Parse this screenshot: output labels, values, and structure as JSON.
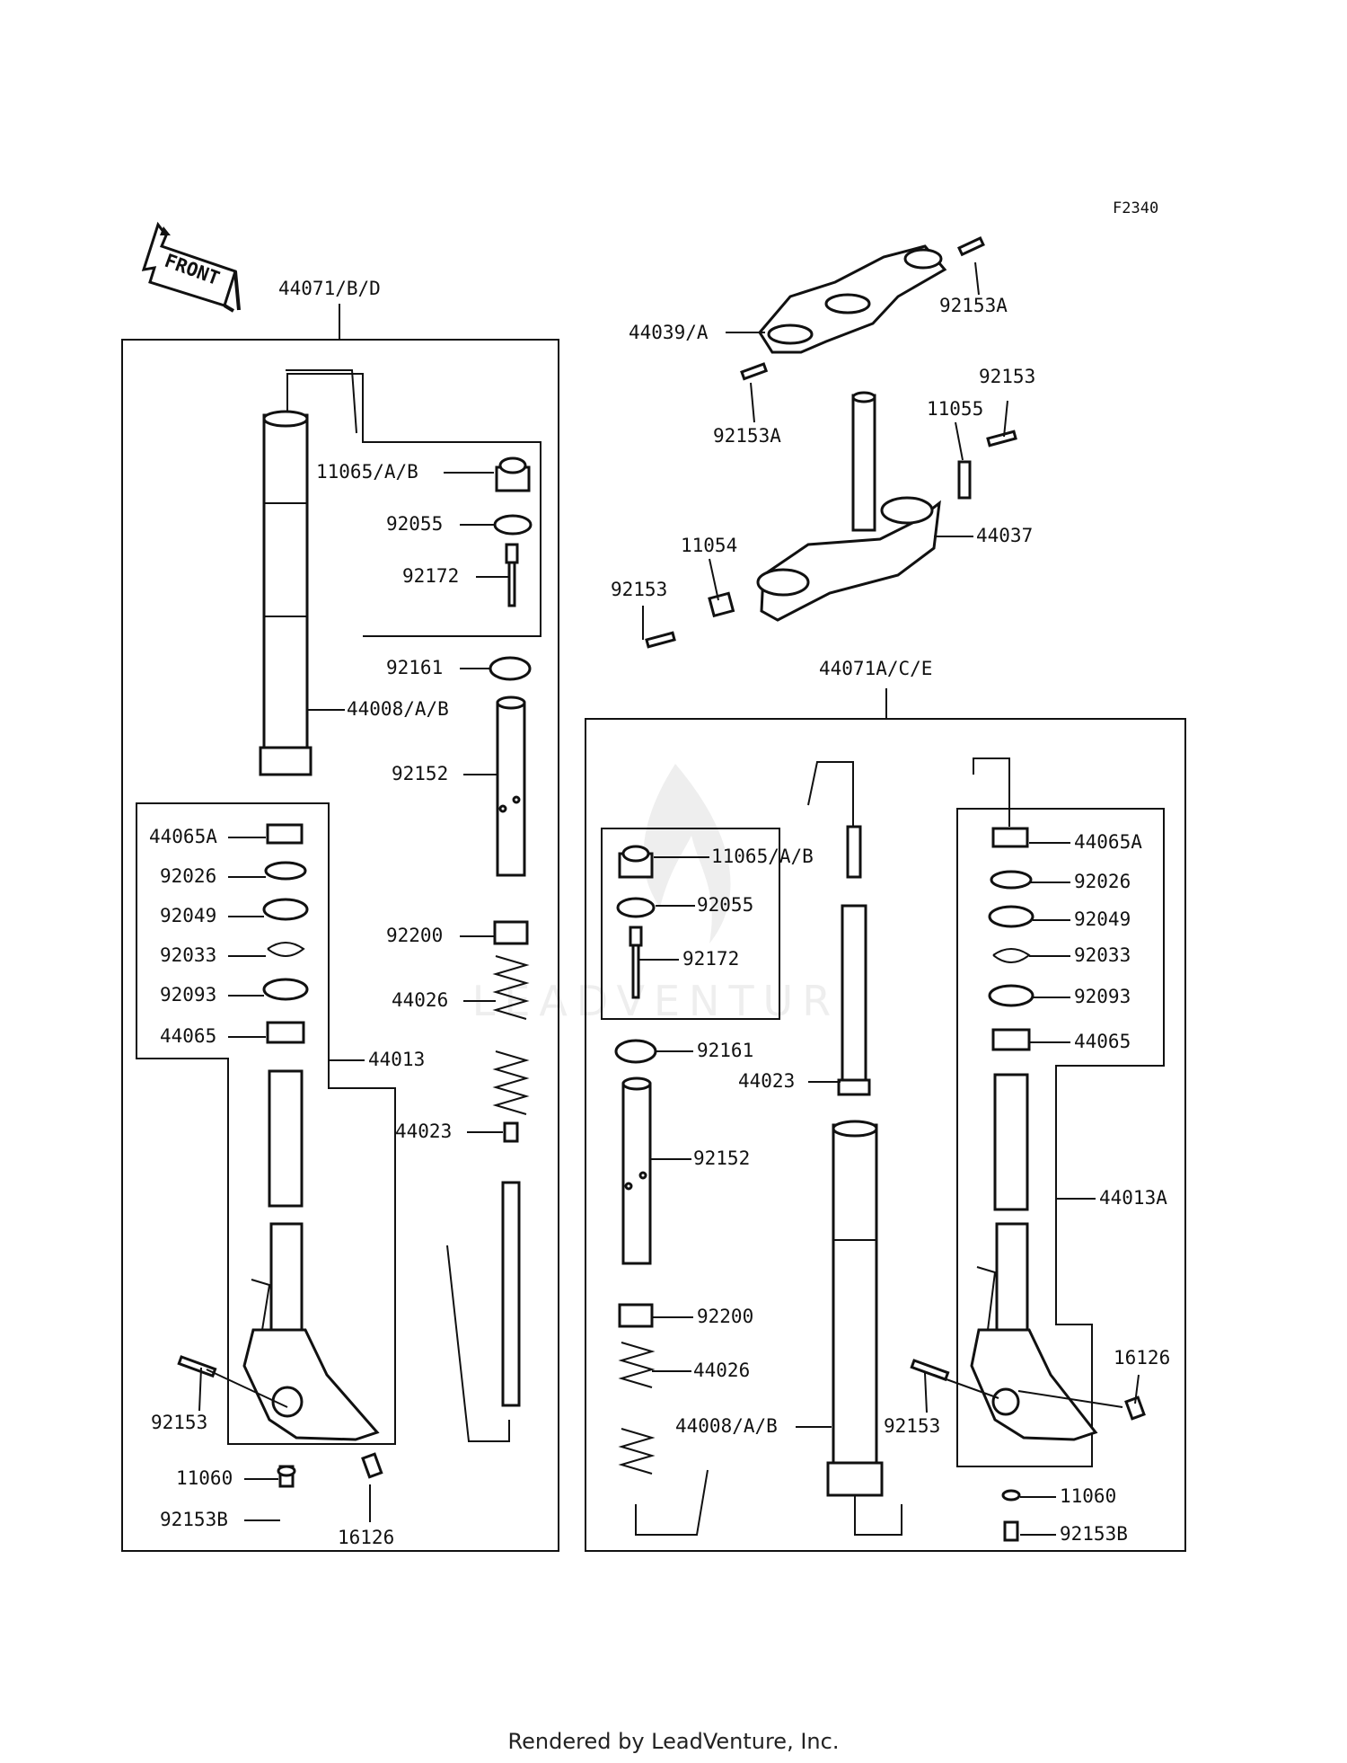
{
  "diagram_code": "F2340",
  "front_arrow_text": "FRONT",
  "watermark": "LEADVENTURE",
  "footer": "Rendered by LeadVenture, Inc.",
  "parts": [
    "44071/B/D",
    "44039/A",
    "92153A",
    "92153A",
    "92153",
    "11055",
    "44037",
    "11054",
    "92153",
    "44071A/C/E",
    "11065/A/B",
    "92055",
    "92172",
    "92161",
    "44008/A/B",
    "92152",
    "44065A",
    "92026",
    "92049",
    "92033",
    "92093",
    "44065",
    "44013",
    "92200",
    "44026",
    "44023",
    "92153",
    "11060",
    "92153B",
    "16126",
    "11065/A/B",
    "92055",
    "92172",
    "92161",
    "44023",
    "92152",
    "92200",
    "44026",
    "44008/A/B",
    "44065A",
    "92026",
    "92049",
    "92033",
    "92093",
    "44065",
    "44013A",
    "16126",
    "92153",
    "11060",
    "92153B"
  ]
}
